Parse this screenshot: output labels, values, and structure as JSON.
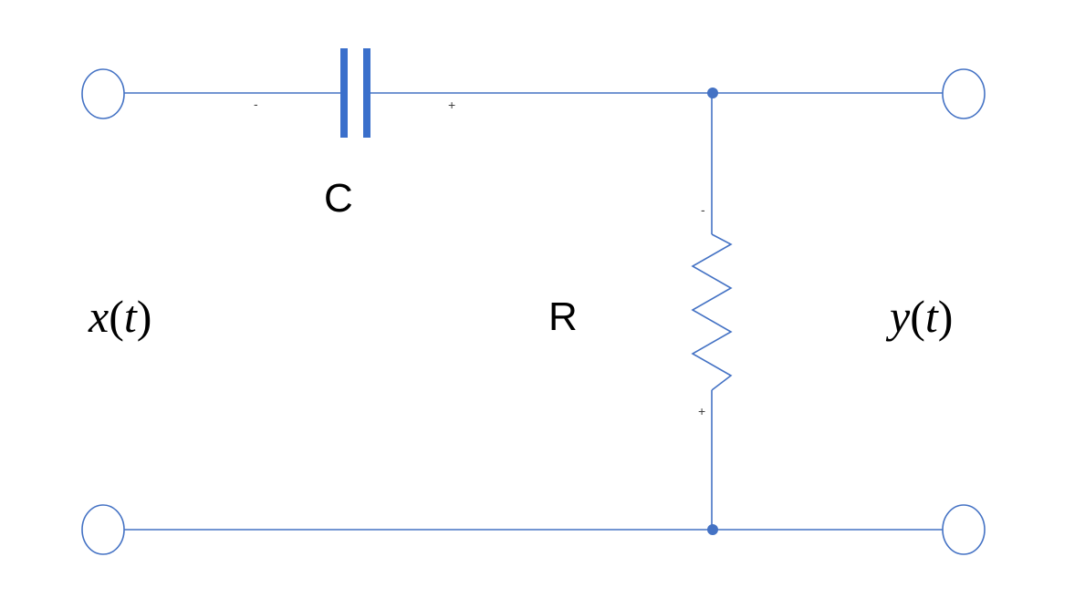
{
  "components": {
    "capacitor": {
      "label": "C",
      "minus": "-",
      "plus": "+"
    },
    "resistor": {
      "label": "R",
      "minus": "-",
      "plus": "+"
    }
  },
  "signals": {
    "input": {
      "var": "x",
      "arg": "t"
    },
    "output": {
      "var": "y",
      "arg": "t"
    }
  },
  "colors": {
    "wire": "#4472c4",
    "capacitor_plate": "#3a6fcb",
    "text": "#000000"
  }
}
